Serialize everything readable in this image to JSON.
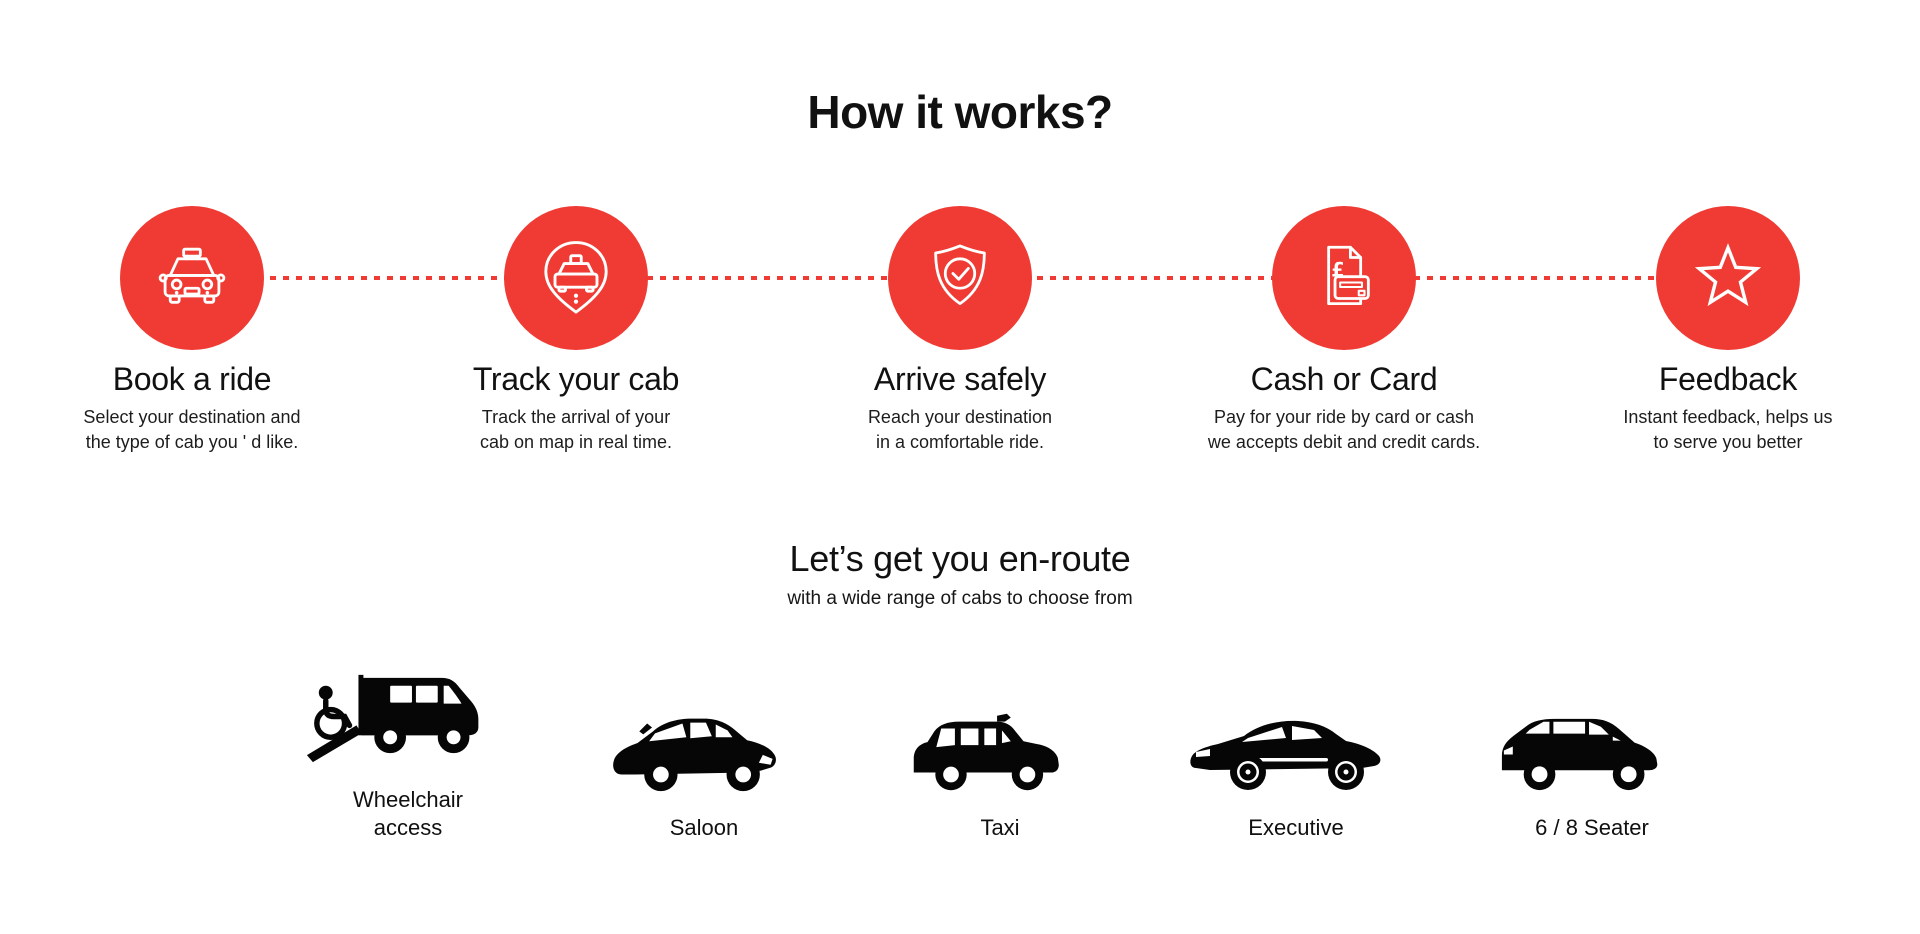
{
  "page": {
    "heading": "How it works?"
  },
  "steps": [
    {
      "icon": "taxi-front-icon",
      "title": "Book a ride",
      "lines": [
        "Select your destination and",
        "the type of cab you ' d like."
      ]
    },
    {
      "icon": "cab-location-pin-icon",
      "title": "Track your cab",
      "lines": [
        "Track the arrival of your",
        "cab on map in real time."
      ]
    },
    {
      "icon": "shield-check-icon",
      "title": "Arrive safely",
      "lines": [
        "Reach your destination",
        "in a comfortable ride."
      ]
    },
    {
      "icon": "invoice-card-icon",
      "title": "Cash or Card",
      "currency_symbol": "£",
      "lines": [
        "Pay for your ride by card or cash",
        "we accepts debit and credit cards."
      ]
    },
    {
      "icon": "star-icon",
      "title": "Feedback",
      "lines": [
        "Instant feedback, helps us",
        "to serve you better"
      ]
    }
  ],
  "fleet": {
    "title": "Let’s get you en-route",
    "subtitle": "with a wide range of cabs to choose from",
    "vehicles": [
      {
        "icon": "wheelchair-access-van-icon",
        "label": "Wheelchair access"
      },
      {
        "icon": "saloon-car-icon",
        "label": "Saloon"
      },
      {
        "icon": "black-cab-icon",
        "label": "Taxi"
      },
      {
        "icon": "executive-car-icon",
        "label": "Executive"
      },
      {
        "icon": "six-eight-seater-icon",
        "label": "6 / 8 Seater"
      }
    ]
  },
  "colors": {
    "accent_red": "#EF3B33",
    "text_dark": "#111111",
    "silhouette_black": "#060606"
  }
}
